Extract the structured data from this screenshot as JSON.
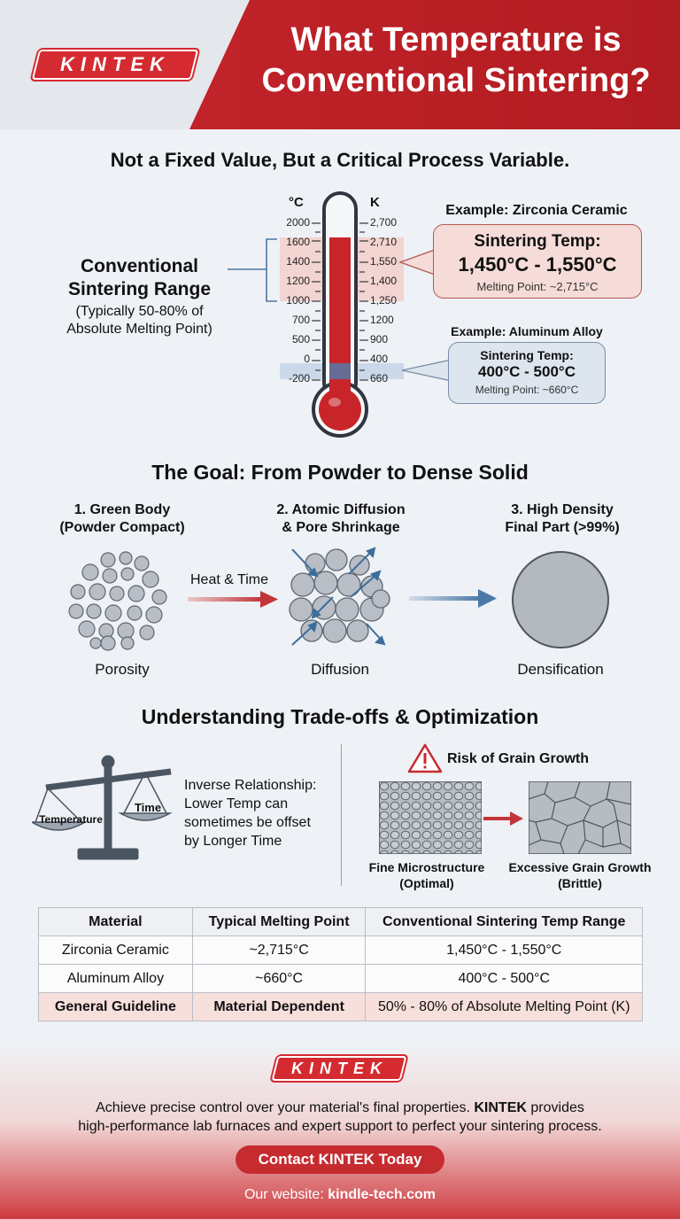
{
  "header": {
    "logo_text": "KINTEK",
    "title_line1": "What Temperature is",
    "title_line2": "Conventional Sintering?"
  },
  "intro": {
    "subtitle": "Not a Fixed Value, But a Critical Process Variable."
  },
  "thermometer": {
    "celsius_unit": "°C",
    "kelvin_unit": "K",
    "celsius_ticks": [
      "2000",
      "1600",
      "1400",
      "1200",
      "1000",
      "700",
      "500",
      "0",
      "-200"
    ],
    "kelvin_ticks": [
      "2,700",
      "2,710",
      "1,550",
      "1,400",
      "1,250",
      "1200",
      "900",
      "400",
      "660"
    ],
    "range_label_line1": "Conventional",
    "range_label_line2": "Sintering Range",
    "range_note_line1": "(Typically 50-80% of",
    "range_note_line2": "Absolute Melting Point)"
  },
  "zirconia_example": {
    "heading": "Example: Zirconia Ceramic",
    "temp_label": "Sintering Temp:",
    "temp_value": "1,450°C - 1,550°C",
    "melting": "Melting Point: ~2,715°C"
  },
  "aluminum_example": {
    "heading": "Example: Aluminum Alloy",
    "temp_label": "Sintering Temp:",
    "temp_value": "400°C - 500°C",
    "melting": "Melting Point: ~660°C"
  },
  "goal": {
    "title": "The Goal: From Powder to Dense Solid",
    "step1_line1": "1. Green Body",
    "step1_line2": "(Powder Compact)",
    "step2_line1": "2. Atomic Diffusion",
    "step2_line2": "& Pore Shrinkage",
    "step3_line1": "3. High Density",
    "step3_line2": "Final Part (>99%)",
    "arrow_label": "Heat & Time",
    "caption1": "Porosity",
    "caption2": "Diffusion",
    "caption3": "Densification"
  },
  "tradeoffs": {
    "title": "Understanding Trade-offs & Optimization",
    "scale_left": "Temperature",
    "scale_right": "Time",
    "inverse_line1": "Inverse Relationship:",
    "inverse_line2": "Lower Temp can",
    "inverse_line3": "sometimes be offset",
    "inverse_line4": "by Longer Time",
    "risk_title": "Risk of Grain Growth",
    "fine_line1": "Fine Microstructure",
    "fine_line2": "(Optimal)",
    "coarse_line1": "Excessive Grain Growth",
    "coarse_line2": "(Brittle)"
  },
  "table": {
    "headers": [
      "Material",
      "Typical Melting Point",
      "Conventional Sintering Temp Range"
    ],
    "rows": [
      [
        "Zirconia Ceramic",
        "~2,715°C",
        "1,450°C - 1,550°C"
      ],
      [
        "Aluminum Alloy",
        "~660°C",
        "400°C - 500°C"
      ],
      [
        "General Guideline",
        "Material Dependent",
        "50% - 80% of Absolute Melting Point (K)"
      ]
    ]
  },
  "footer": {
    "logo_text": "KINTEK",
    "desc_pre": "Achieve precise control over your material's final properties. ",
    "desc_brand": "KINTEK",
    "desc_post": " provides",
    "desc_line2": "high-performance lab furnaces and expert support to perfect your sintering process.",
    "cta": "Contact KINTEK Today",
    "website_label": "Our website: ",
    "website": "kindle-tech.com"
  },
  "colors": {
    "brand_red": "#c7262c",
    "zirconia_band": "#f3c9c4",
    "aluminum_band": "#c4d4e6",
    "arrow_blue": "#4a7aa8"
  }
}
